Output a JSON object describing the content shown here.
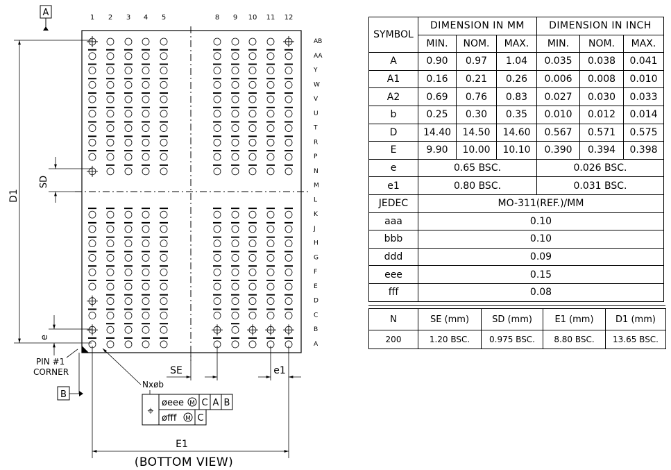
{
  "drawing": {
    "datum_a": "A",
    "datum_b": "B",
    "col_numbers": [
      "1",
      "2",
      "3",
      "4",
      "5",
      "8",
      "9",
      "10",
      "11",
      "12"
    ],
    "row_letters": [
      "AB",
      "AA",
      "Y",
      "W",
      "V",
      "U",
      "T",
      "R",
      "P",
      "N",
      "M",
      "L",
      "K",
      "J",
      "H",
      "G",
      "F",
      "E",
      "D",
      "C",
      "B",
      "A"
    ],
    "d1_label": "D1",
    "sd_label": "SD",
    "e_label": "e",
    "se_label": "SE",
    "e1_label": "e1",
    "big_e1_label": "E1",
    "pin_label_1": "PIN #1",
    "pin_label_2": "CORNER",
    "nxb_label": "Nxøb",
    "fcf_position_symbol": "⌖",
    "fcf_row1_tol": "øeee",
    "fcf_row2_tol": "øfff",
    "fcf_mmc": "M",
    "fcf_row1_refs": [
      "C",
      "A",
      "B"
    ],
    "fcf_row2_refs": [
      "C"
    ],
    "view_label": "(BOTTOM VIEW)"
  },
  "table": {
    "symbol_header": "SYMBOL",
    "mm_header": "DIMENSION IN MM",
    "inch_header": "DIMENSION IN INCH",
    "sub_headers": [
      "MIN.",
      "NOM.",
      "MAX.",
      "MIN.",
      "NOM.",
      "MAX."
    ],
    "dim_rows": [
      {
        "symbol": "A",
        "values": [
          "0.90",
          "0.97",
          "1.04",
          "0.035",
          "0.038",
          "0.041"
        ]
      },
      {
        "symbol": "A1",
        "values": [
          "0.16",
          "0.21",
          "0.26",
          "0.006",
          "0.008",
          "0.010"
        ]
      },
      {
        "symbol": "A2",
        "values": [
          "0.69",
          "0.76",
          "0.83",
          "0.027",
          "0.030",
          "0.033"
        ]
      },
      {
        "symbol": "b",
        "values": [
          "0.25",
          "0.30",
          "0.35",
          "0.010",
          "0.012",
          "0.014"
        ]
      },
      {
        "symbol": "D",
        "values": [
          "14.40",
          "14.50",
          "14.60",
          "0.567",
          "0.571",
          "0.575"
        ]
      },
      {
        "symbol": "E",
        "values": [
          "9.90",
          "10.00",
          "10.10",
          "0.390",
          "0.394",
          "0.398"
        ]
      }
    ],
    "bsc_rows": [
      {
        "symbol": "e",
        "mm": "0.65 BSC.",
        "inch": "0.026 BSC."
      },
      {
        "symbol": "e1",
        "mm": "0.80 BSC.",
        "inch": "0.031 BSC."
      }
    ],
    "single_rows": [
      {
        "symbol": "JEDEC",
        "value": "MO-311(REF.)/MM"
      },
      {
        "symbol": "aaa",
        "value": "0.10"
      },
      {
        "symbol": "bbb",
        "value": "0.10"
      },
      {
        "symbol": "ddd",
        "value": "0.09"
      },
      {
        "symbol": "eee",
        "value": "0.15"
      },
      {
        "symbol": "fff",
        "value": "0.08"
      }
    ]
  },
  "n_table": {
    "headers": [
      "N",
      "SE (mm)",
      "SD (mm)",
      "E1 (mm)",
      "D1 (mm)"
    ],
    "values": [
      "200",
      "1.20 BSC.",
      "0.975 BSC.",
      "8.80 BSC.",
      "13.65 BSC."
    ]
  }
}
